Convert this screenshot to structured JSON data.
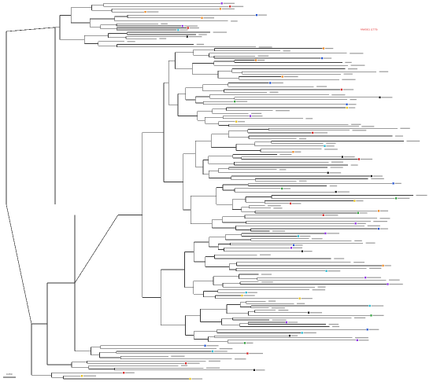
{
  "figure": {
    "type": "phylogenetic-tree",
    "scale_label": "0.050",
    "highlight_label": "MW0001 (1779)",
    "marker_colors": {
      "green": "#2e9e3a",
      "blue": "#2050d0",
      "red": "#d42020",
      "yellow": "#e8c21a",
      "cyan": "#1fb7d0",
      "purple": "#8a2be2",
      "black": "#111111",
      "orange": "#f08a24"
    }
  }
}
